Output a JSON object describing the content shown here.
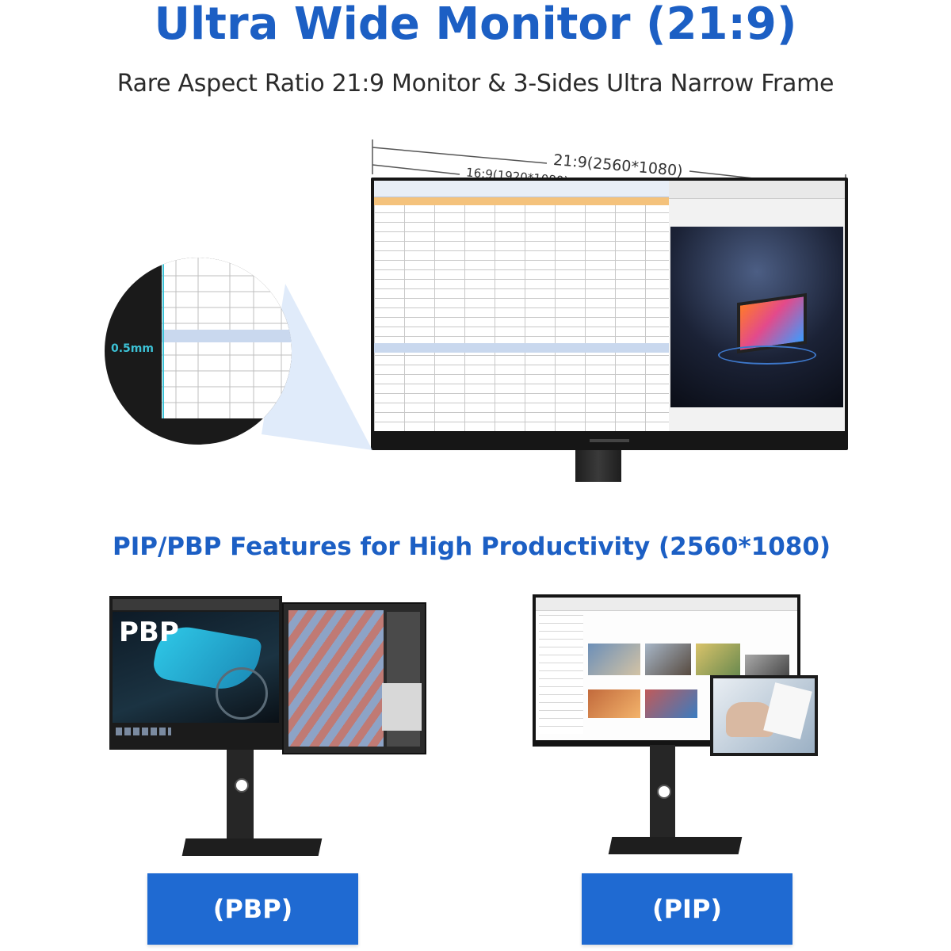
{
  "header": {
    "title": "Ultra Wide Monitor (21:9)",
    "subtitle": "Rare Aspect Ratio 21:9 Monitor & 3-Sides Ultra Narrow Frame"
  },
  "hero": {
    "ultrawide_dimension": "21:9(2560*1080)",
    "standard_dimension": "16:9(1920*1080)",
    "bezel_label": "0.5mm"
  },
  "features": {
    "title": "PIP/PBP Features for High Productivity (2560*1080)",
    "pbp_screen_text": "PBP",
    "pbp_label": "(PBP)",
    "pip_label": "(PIP)"
  },
  "colors": {
    "brand_blue": "#1c5fc4",
    "button_blue": "#1f6ad2",
    "bezel_accent": "#3cc2d6"
  }
}
